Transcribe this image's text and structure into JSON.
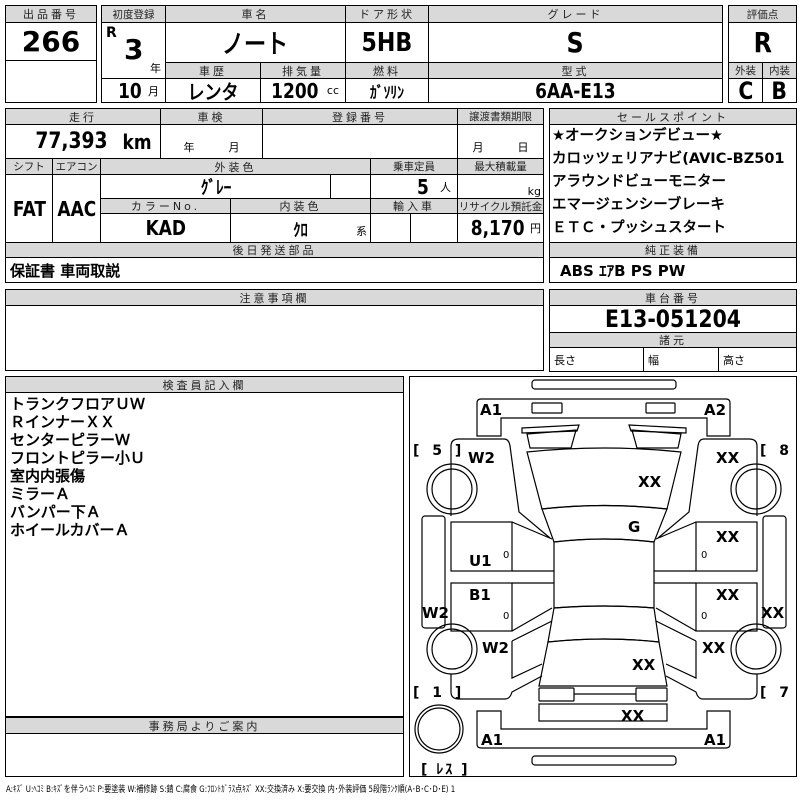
{
  "lot": {
    "label": "出品番号",
    "value": "266"
  },
  "first_reg": {
    "label": "初度登録",
    "era": "R",
    "year": "3",
    "year_unit": "年",
    "month": "10",
    "month_unit": "月"
  },
  "car_name": {
    "label": "車名",
    "value": "ノート"
  },
  "door": {
    "label": "ドア形状",
    "value": "5HB"
  },
  "grade": {
    "label": "グレード",
    "value": "S"
  },
  "history": {
    "label": "車歴",
    "value": "レンタ"
  },
  "displacement": {
    "label": "排気量",
    "value": "1200",
    "unit": "cc"
  },
  "fuel": {
    "label": "燃料",
    "value": "ｶﾞｿﾘﾝ"
  },
  "model": {
    "label": "型式",
    "value": "6AA-E13"
  },
  "score": {
    "label": "評価点",
    "value": "R",
    "ext_label": "外装",
    "int_label": "内装",
    "ext": "C",
    "int": "B"
  },
  "mileage": {
    "label": "走行",
    "value": "77,393",
    "unit": "km"
  },
  "inspection": {
    "label": "車検",
    "year_unit": "年",
    "month_unit": "月"
  },
  "reg_no": {
    "label": "登録番号"
  },
  "transfer": {
    "label": "譲渡書類期限",
    "month_unit": "月",
    "day_unit": "日"
  },
  "shift": {
    "label": "シフト",
    "value": "FAT"
  },
  "ac": {
    "label": "エアコン",
    "value": "AAC"
  },
  "ext_color": {
    "label": "外装色",
    "value": "ｸﾞﾚｰ"
  },
  "capacity": {
    "label": "乗車定員",
    "value": "5",
    "unit": "人"
  },
  "max_load": {
    "label": "最大積載量",
    "unit": "kg"
  },
  "color_no": {
    "label": "カラーNo.",
    "value": "KAD"
  },
  "int_color": {
    "label": "内装色",
    "value": "ｸﾛ",
    "unit": "系"
  },
  "import": {
    "label": "輸入車"
  },
  "recycle": {
    "label": "リサイクル預託金",
    "value": "8,170",
    "unit": "円"
  },
  "later_parts": {
    "label": "後日発送部品",
    "value": "保証書 車両取説"
  },
  "sale_points": {
    "label": "セールスポイント",
    "items": [
      "★オークションデビュー★",
      "カロッツェリアナビ(AVIC-BZ501",
      "アラウンドビューモニター",
      "エマージェンシーブレーキ",
      "ＥＴＣ・プッシュスタート"
    ]
  },
  "equipment": {
    "label": "純正装備",
    "value": "ABS ｴｱB PS PW"
  },
  "notes": {
    "label": "注意事項欄"
  },
  "chassis": {
    "label": "車台番号",
    "value": "E13-051204"
  },
  "specs": {
    "label": "諸元",
    "length": "長さ",
    "width": "幅",
    "height": "高さ"
  },
  "inspector": {
    "label": "検査員記入欄",
    "items": [
      "トランクフロアＵＷ",
      "ＲインナーＸＸ",
      "センターピラーＷ",
      "フロントピラー小Ｕ",
      "室内内張傷",
      "ミラーＡ",
      "バンパー下Ａ",
      "ホイールカバーＡ"
    ]
  },
  "office": {
    "label": "事務局よりご案内"
  },
  "diagram": {
    "front_left": "A1",
    "front_right": "A2",
    "tire_fl": "[ 5 ]",
    "tire_fr": "[ 8 ]",
    "tire_rl": "[ 1 ]",
    "tire_rr": "[ 7 ]",
    "spare": "[ ﾚｽ ]",
    "fender_fl": "W2",
    "fender_fr": "XX",
    "hood": "XX",
    "windshield": "G",
    "door_fr": "XX",
    "door_fl": "U1",
    "door_rl": "B1",
    "door_rr": "XX",
    "rocker_l": "W2",
    "rocker_r": "XX",
    "fender_rl": "W2",
    "fender_rr": "XX",
    "trunk": "XX",
    "rear_panel": "XX",
    "rear_left": "A1",
    "rear_right": "A1",
    "door_mark": "0"
  },
  "legend": "A:ｷｽﾞ U:ﾍｺﾐ B:ｷｽﾞを伴うﾍｺﾐ P:要塗装 W:補修跡 S:錆 C:腐食 G:ﾌﾛﾝﾄｶﾞﾗｽ点ｷｽﾞ XX:交換済み X:要交換  内･外装評価  5段階ﾗﾝｸ順(A･B･C･D･E) 1"
}
